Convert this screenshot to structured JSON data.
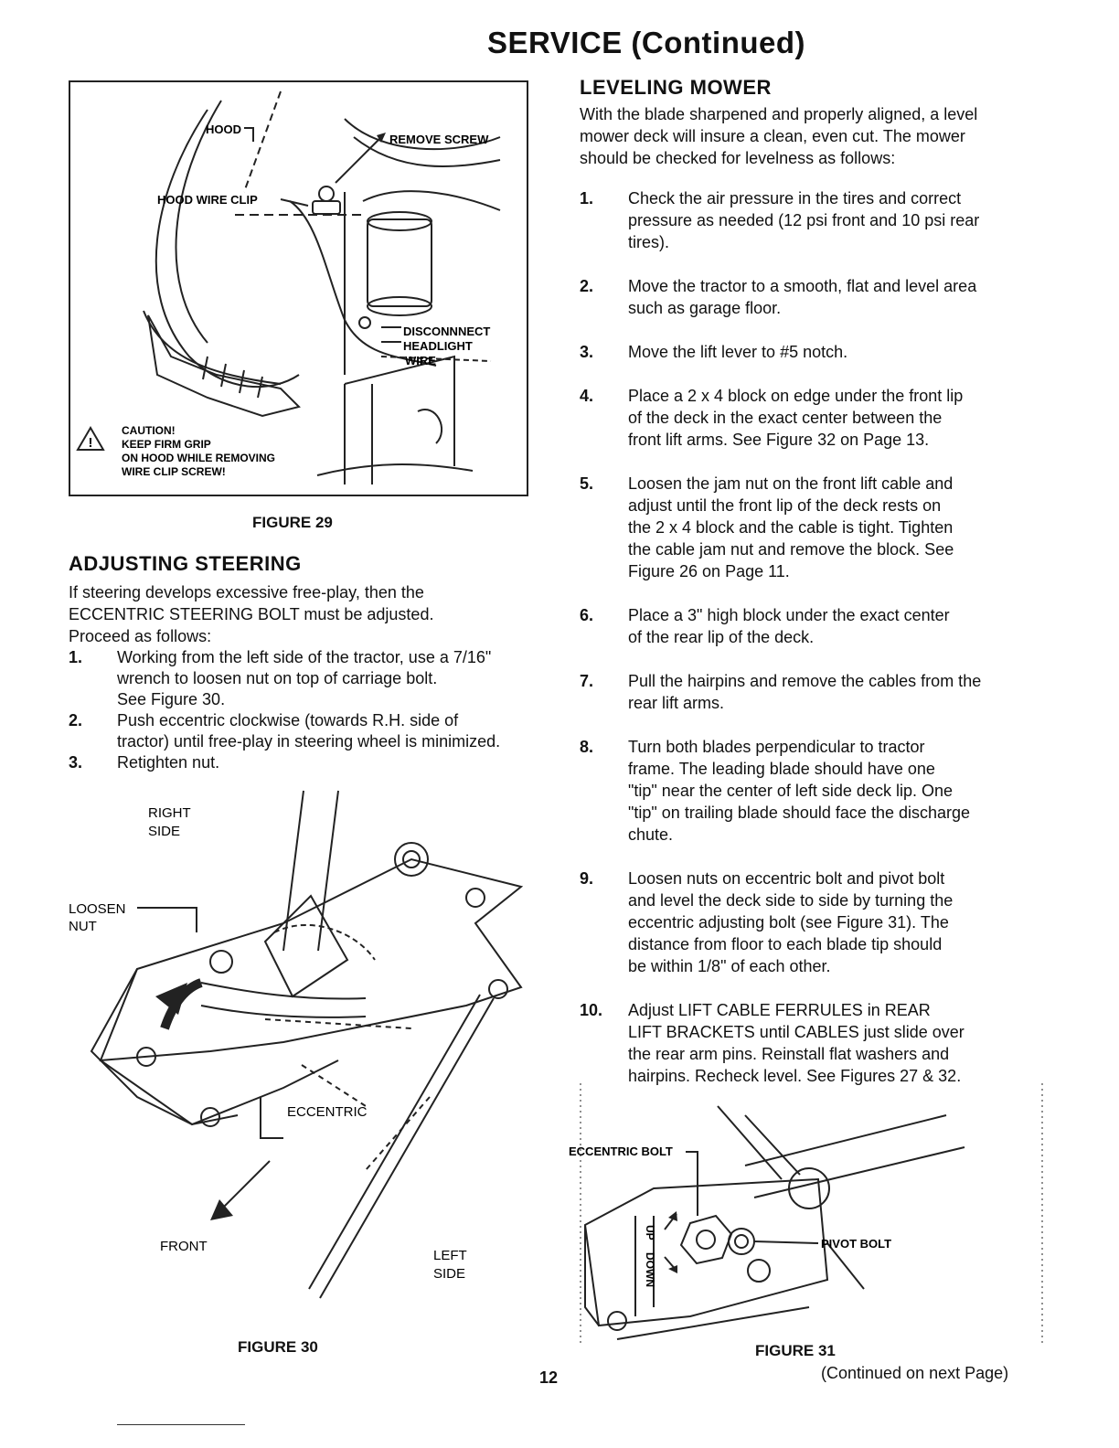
{
  "page": {
    "title": "SERVICE (Continued)",
    "page_number": "12",
    "continued_note": "(Continued on next Page)"
  },
  "figure29": {
    "caption": "FIGURE 29",
    "labels": {
      "hood": "HOOD",
      "remove_screw": "REMOVE SCREW",
      "hood_wire_clip": "HOOD WIRE CLIP",
      "disconnect_1": "DISCONNNECT",
      "disconnect_2": "HEADLIGHT",
      "disconnect_3": "WIRE",
      "caution_1": "CAUTION!",
      "caution_2": "KEEP FIRM GRIP",
      "caution_3": "ON HOOD WHILE REMOVING",
      "caution_4": "WIRE CLIP SCREW!",
      "caution_symbol": "!"
    }
  },
  "adjusting_steering": {
    "heading": "ADJUSTING STEERING",
    "intro": [
      "If steering develops excessive free-play, then the",
      "ECCENTRIC STEERING BOLT must be adjusted.",
      "Proceed as follows:"
    ],
    "steps": [
      {
        "num": "1.",
        "lines": [
          "Working from the left side of the tractor, use a 7/16\"",
          "wrench to loosen nut on top of carriage bolt.",
          "See Figure 30."
        ]
      },
      {
        "num": "2.",
        "lines": [
          "Push eccentric clockwise (towards R.H. side of",
          "tractor) until free-play in steering wheel is minimized."
        ]
      },
      {
        "num": "3.",
        "lines": [
          "Retighten nut."
        ]
      }
    ]
  },
  "figure30": {
    "caption": "FIGURE 30",
    "labels": {
      "right_side_1": "RIGHT",
      "right_side_2": "SIDE",
      "loosen_1": "LOOSEN",
      "loosen_2": "NUT",
      "eccentric": "ECCENTRIC",
      "front": "FRONT",
      "left_side_1": "LEFT",
      "left_side_2": "SIDE"
    }
  },
  "leveling_mower": {
    "heading": "LEVELING MOWER",
    "intro": [
      "With the blade sharpened and properly aligned, a level",
      "mower deck will insure a clean, even cut.  The mower",
      "should be checked for levelness as follows:"
    ],
    "steps": [
      {
        "num": "1.",
        "lines": [
          "Check the air pressure in the tires and correct",
          "pressure as needed (12 psi front and 10 psi rear",
          "tires)."
        ]
      },
      {
        "num": "2.",
        "lines": [
          "Move the tractor to a smooth, flat and level area",
          "such as garage floor."
        ]
      },
      {
        "num": "3.",
        "lines": [
          "Move the lift lever to #5 notch."
        ]
      },
      {
        "num": "4.",
        "lines": [
          "Place a 2 x 4 block on edge under the front lip",
          "of the deck in the exact center between the",
          "front lift arms.  See Figure 32 on Page 13."
        ]
      },
      {
        "num": "5.",
        "lines": [
          "Loosen the jam nut on the front lift cable and",
          "adjust until the front lip of the deck rests on",
          "the 2 x 4 block and the cable is tight.  Tighten",
          "the cable jam nut and remove the block.  See",
          "Figure 26 on Page 11."
        ]
      },
      {
        "num": "6.",
        "lines": [
          "Place a 3\" high block under the exact center",
          "of the rear lip of the deck."
        ]
      },
      {
        "num": "7.",
        "lines": [
          "Pull the hairpins and remove the cables from the",
          "rear lift arms."
        ]
      },
      {
        "num": "8.",
        "lines": [
          "Turn both blades perpendicular to tractor",
          "frame.  The leading blade should have one",
          "\"tip\" near the center of left side deck lip.  One",
          "\"tip\" on trailing blade should face the discharge",
          "chute."
        ]
      },
      {
        "num": "9.",
        "lines": [
          "Loosen nuts on eccentric bolt and pivot bolt",
          "and level the deck side to side by turning the",
          "eccentric adjusting bolt (see Figure 31).  The",
          "distance from floor to each blade tip should",
          "be within 1/8\" of each other."
        ]
      },
      {
        "num": "10.",
        "lines": [
          "Adjust LIFT CABLE FERRULES in REAR",
          "LIFT BRACKETS until CABLES just slide over",
          "the rear arm pins.  Reinstall flat washers and",
          "hairpins.  Recheck level.  See Figures 27 & 32."
        ]
      }
    ]
  },
  "figure31": {
    "caption": "FIGURE 31",
    "labels": {
      "eccentric_bolt": "ECCENTRIC BOLT",
      "pivot_bolt": "PIVOT BOLT",
      "up": "UP",
      "down": "DOWN"
    }
  }
}
